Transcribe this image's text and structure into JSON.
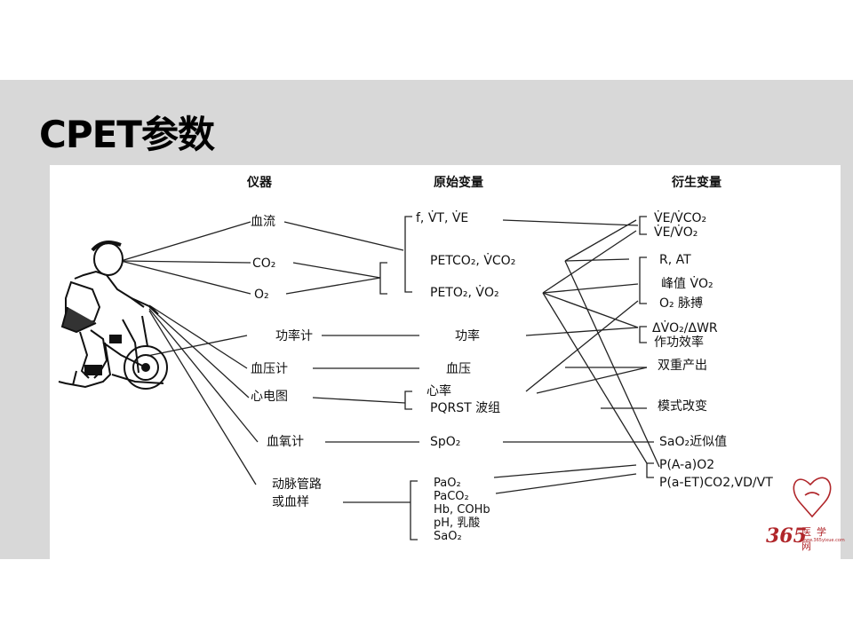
{
  "slide": {
    "title": "CPET参数"
  },
  "diagram": {
    "headers": {
      "instrument": "仪器",
      "raw": "原始变量",
      "derived": "衍生变量"
    },
    "instruments": {
      "blood_flow": "血流",
      "co2": "CO₂",
      "o2": "O₂",
      "power_meter": "功率计",
      "bp_meter": "血压计",
      "ecg": "心电图",
      "oximeter": "血氧计",
      "arterial_line_1": "动脉管路",
      "arterial_line_2": "或血样"
    },
    "raw": {
      "f_vt_ve": "f, V̇T, V̇E",
      "petco2_vco2": "PETCO₂, V̇CO₂",
      "peto2_vo2": "PETO₂, V̇O₂",
      "power": "功率",
      "bp": "血压",
      "hr": "心率",
      "pqrst": "PQRST 波组",
      "spo2": "SpO₂",
      "arterial_items": [
        "PaO₂",
        "PaCO₂",
        "Hb, COHb",
        "pH, 乳酸",
        "SaO₂"
      ]
    },
    "derived": {
      "ve_vco2": "V̇E/V̇CO₂",
      "ve_vo2": "V̇E/V̇O₂",
      "r_at": "R, AT",
      "peak_vo2": "峰值 V̇O₂",
      "o2_pulse": "O₂ 脉搏",
      "dvo2_dwr": "ΔV̇O₂/ΔWR",
      "work_eff": "作功效率",
      "double_product": "双重产出",
      "pattern_change": "模式改变",
      "sao2_approx": "SaO₂近似值",
      "p_a_a_o2": "P(A-a)O2",
      "p_a_et_co2": "P(a-ET)CO2,VD/VT"
    }
  },
  "watermark": {
    "number": "365",
    "chars": "医学网",
    "url": "www.365yixue.com"
  }
}
